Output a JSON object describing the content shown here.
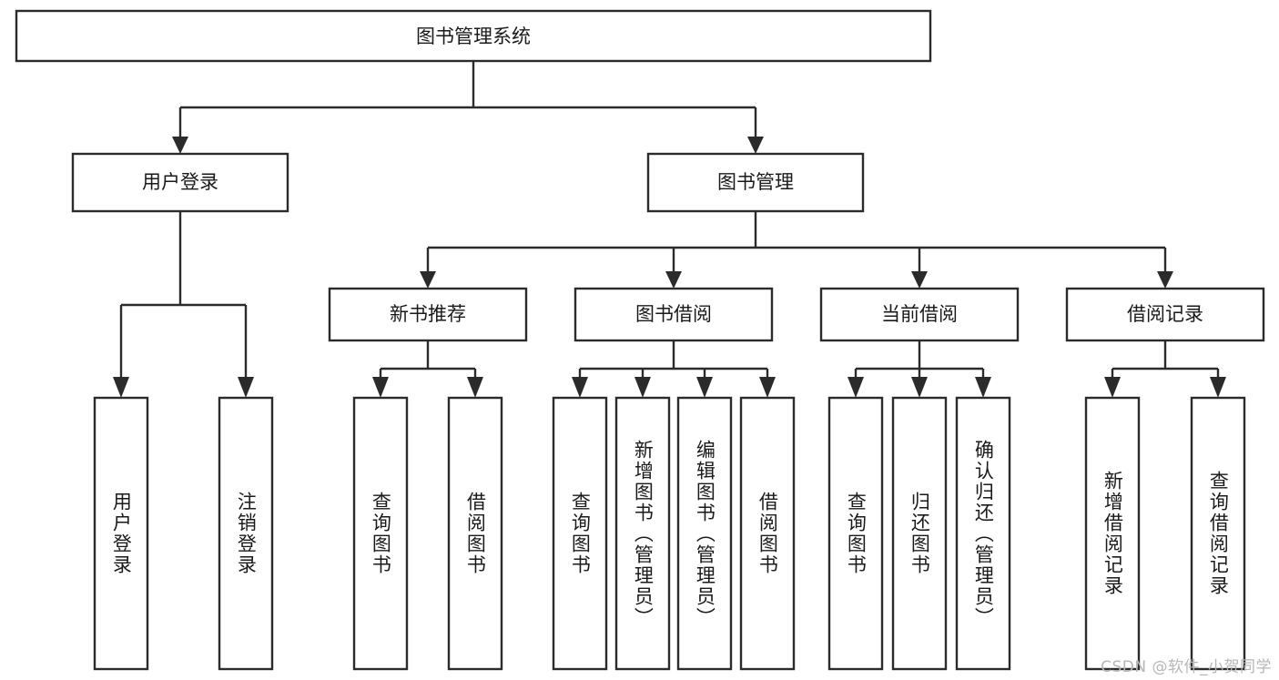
{
  "diagram": {
    "title": "图书管理系统",
    "type": "tree-hierarchy",
    "orientation": "top-down",
    "colors": {
      "background": "#ffffff",
      "box_stroke": "#2b2b2b",
      "box_fill": "#ffffff",
      "text": "#1a1a1a",
      "connector": "#2b2b2b",
      "watermark": "#b6b6b6"
    },
    "root": {
      "label": "图书管理系统"
    },
    "level2": [
      {
        "label": "用户登录"
      },
      {
        "label": "图书管理"
      }
    ],
    "level3": [
      {
        "label": "新书推荐"
      },
      {
        "label": "图书借阅"
      },
      {
        "label": "当前借阅"
      },
      {
        "label": "借阅记录"
      }
    ],
    "leaves": [
      {
        "label": "用户登录",
        "parent": "用户登录"
      },
      {
        "label": "注销登录",
        "parent": "用户登录"
      },
      {
        "label": "查询图书",
        "parent": "新书推荐"
      },
      {
        "label": "借阅图书",
        "parent": "新书推荐"
      },
      {
        "label": "查询图书",
        "parent": "图书借阅"
      },
      {
        "label": "新增图书（管理员）",
        "parent": "图书借阅"
      },
      {
        "label": "编辑图书（管理员）",
        "parent": "图书借阅"
      },
      {
        "label": "借阅图书",
        "parent": "图书借阅"
      },
      {
        "label": "查询图书",
        "parent": "当前借阅"
      },
      {
        "label": "归还图书",
        "parent": "当前借阅"
      },
      {
        "label": "确认归还（管理员）",
        "parent": "当前借阅"
      },
      {
        "label": "新增借阅记录",
        "parent": "借阅记录"
      },
      {
        "label": "查询借阅记录",
        "parent": "借阅记录"
      }
    ],
    "watermark": "CSDN @软件_小贺同学"
  }
}
